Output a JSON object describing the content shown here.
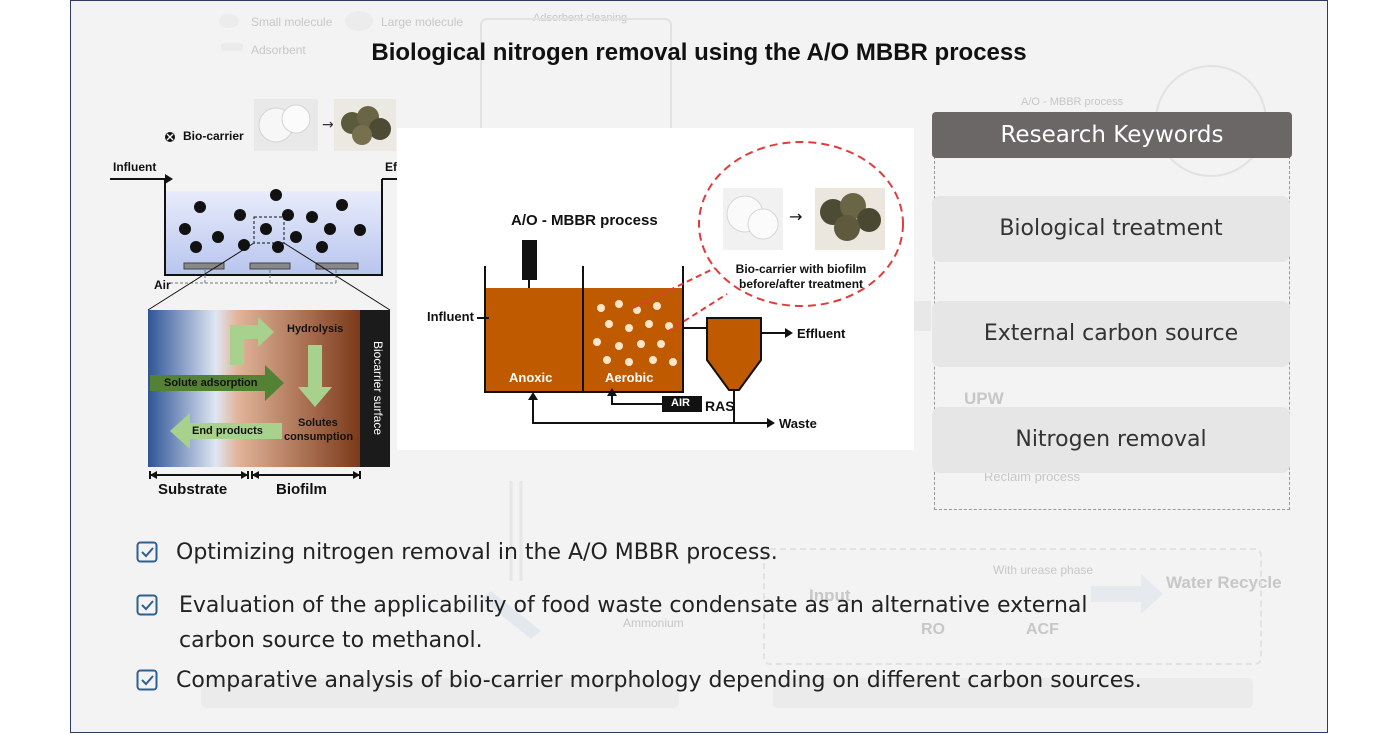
{
  "title": "Biological nitrogen removal using the A/O MBBR process",
  "background_text": [
    "Small molecule",
    "Large molecule",
    "Adsorbent",
    "Adsorbent cleaning",
    "A/O - MBBR process",
    "UPW",
    "Reclaim process",
    "With urease phase",
    "Input",
    "RO",
    "ACF",
    "Water Recycle",
    "Ammonium"
  ],
  "left_figure": {
    "bio_carrier_label": "Bio-carrier",
    "influent": "Influent",
    "effluent": "Effluent",
    "air": "Air",
    "hydrolysis": "Hydrolysis",
    "solute_adsorption": "Solute adsorption",
    "solutes_consumption_1": "Solutes",
    "solutes_consumption_2": "consumption",
    "end_products": "End products",
    "biocarrier_surface": "Biocarrier surface",
    "substrate": "Substrate",
    "biofilm": "Biofilm"
  },
  "center_figure": {
    "process_title": "A/O - MBBR process",
    "bio_carrier_caption_1": "Bio-carrier with biofilm",
    "bio_carrier_caption_2": "before/after treatment",
    "influent": "Influent",
    "effluent": "Effluent",
    "anoxic": "Anoxic",
    "aerobic": "Aerobic",
    "air": "AIR",
    "ras": "RAS",
    "waste": "Waste"
  },
  "keywords": {
    "header": "Research Keywords",
    "items": [
      "Biological treatment",
      "External carbon source",
      "Nitrogen removal"
    ]
  },
  "bullets": [
    {
      "line1": "Optimizing nitrogen removal in the A/O MBBR process.",
      "line2": ""
    },
    {
      "line1": "Evaluation of the applicability of food waste condensate as an alternative external",
      "line2": "carbon source to methanol."
    },
    {
      "line1": "Comparative analysis of bio-carrier morphology depending on different carbon sources.",
      "line2": ""
    }
  ],
  "colors": {
    "check": "#2d5f8f",
    "keyword_header": "#6b6767",
    "keyword_item": "#e6e6e6",
    "sludge": "#c05a00",
    "water": "#c9d4f2"
  }
}
